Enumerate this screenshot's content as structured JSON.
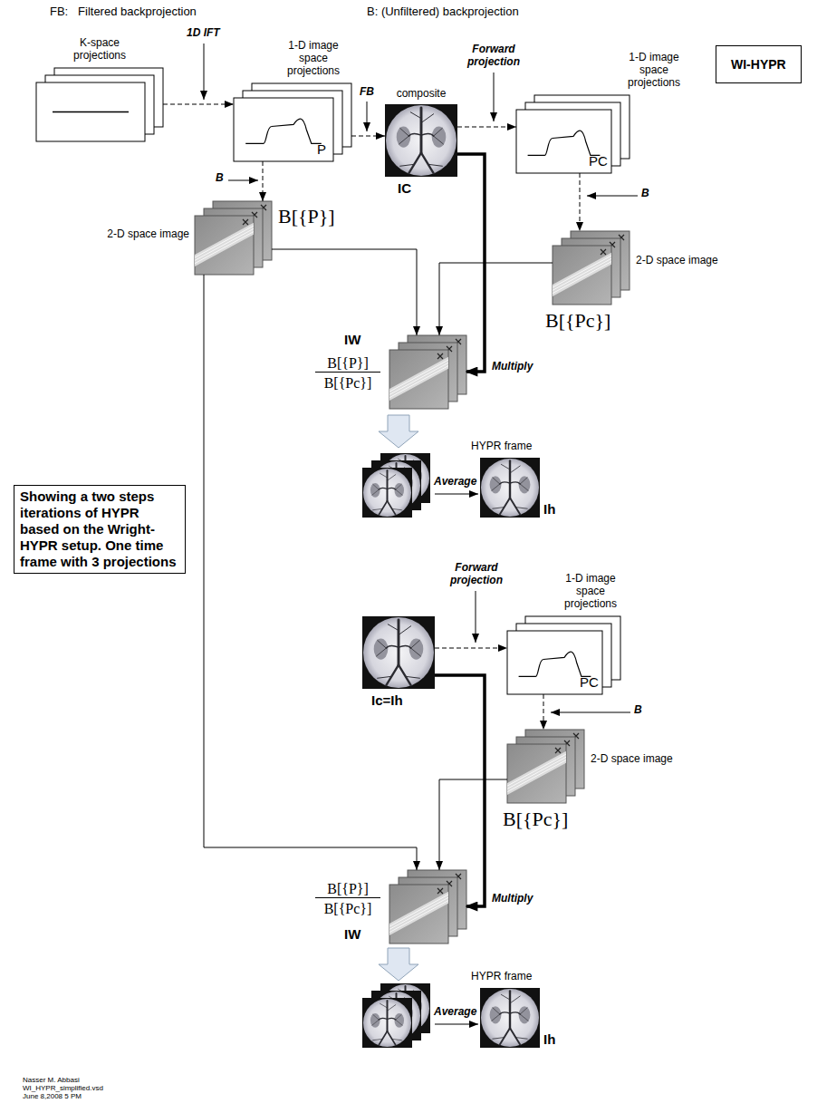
{
  "diagram": {
    "nodes": [
      {
        "text": [
          "K-space projections"
        ]
      },
      {
        "text": [
          "1-D image space projections",
          "P"
        ]
      },
      {
        "text": [
          "composite",
          "IC"
        ]
      },
      {
        "text": [
          "1-D image space projections",
          "PC"
        ]
      },
      {
        "text": [
          "WI-HYPR"
        ]
      },
      {
        "text": [
          "2-D space image",
          "B[{P}]"
        ]
      },
      {
        "text": [
          "2-D space image",
          "B[{Pc}]"
        ]
      },
      {
        "text": [
          "IW",
          "B[{P}]",
          "B[{Pc}]"
        ]
      },
      {
        "text": [
          "HYPR frame",
          "Ih"
        ]
      },
      {
        "text": [
          "Showing a two steps iterations of HYPR based on the Wright-HYPR setup. One time frame with 3 projections"
        ]
      },
      {
        "text": [
          "Ic=Ih"
        ]
      },
      {
        "text": [
          "1-D image space projections",
          "PC"
        ]
      },
      {
        "text": [
          "2-D space image",
          "B[{Pc}]"
        ]
      },
      {
        "text": [
          "B[{P}]",
          "B[{Pc}]",
          "IW"
        ]
      },
      {
        "text": [
          "HYPR frame",
          "Ih"
        ]
      }
    ],
    "edges": [
      {
        "from": 0,
        "to": 1,
        "arrow": "to"
      },
      {
        "from": 1,
        "to": 2,
        "arrow": "to"
      },
      {
        "from": 2,
        "to": 3,
        "arrow": "to"
      },
      {
        "from": 1,
        "to": 5,
        "arrow": "to"
      },
      {
        "from": 3,
        "to": 6,
        "arrow": "to"
      },
      {
        "from": 5,
        "to": 7,
        "arrow": "to"
      },
      {
        "from": 6,
        "to": 7,
        "arrow": "to"
      },
      {
        "from": 2,
        "to": 7,
        "arrow": "to"
      },
      {
        "from": 10,
        "to": 11,
        "arrow": "to"
      },
      {
        "from": 11,
        "to": 12,
        "arrow": "to"
      },
      {
        "from": 5,
        "to": 13,
        "arrow": "to"
      },
      {
        "from": 12,
        "to": 13,
        "arrow": "to"
      },
      {
        "from": 10,
        "to": 13,
        "arrow": "to"
      }
    ],
    "labels": [
      "FB:   Filtered backprojection",
      "B: (Unfiltered) backprojection",
      "1D IFT",
      "FB",
      "Forward projection",
      "B",
      "B",
      "Multiply",
      "Average",
      "Forward projection",
      "B",
      "Multiply",
      "Average",
      "Nasser M. Abbasi",
      "WI_HYPR_simplified.vsd",
      "June 8,2008 5 PM"
    ]
  }
}
